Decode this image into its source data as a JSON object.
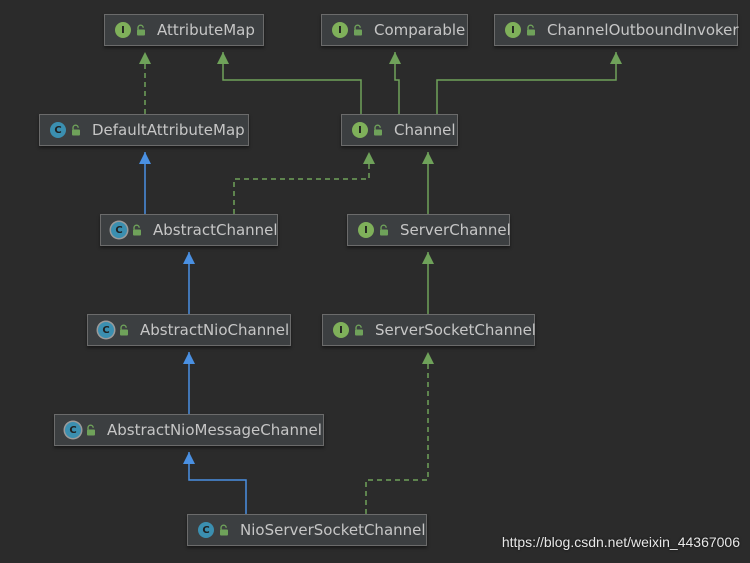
{
  "colors": {
    "background": "#2b2b2b",
    "node_fill": "#3c3f41",
    "implements_edge": "#6fa25a",
    "extends_class_edge": "#4a90e2"
  },
  "nodes": {
    "attributemap": {
      "label": "AttributeMap",
      "kind": "interface"
    },
    "comparable": {
      "label": "Comparable",
      "kind": "interface"
    },
    "outboundinvoker": {
      "label": "ChannelOutboundInvoker",
      "kind": "interface"
    },
    "defaultattrmap": {
      "label": "DefaultAttributeMap",
      "kind": "class"
    },
    "channel": {
      "label": "Channel",
      "kind": "interface"
    },
    "abstractchannel": {
      "label": "AbstractChannel",
      "kind": "abstract-class"
    },
    "serverchannel": {
      "label": "ServerChannel",
      "kind": "interface"
    },
    "abstractnio": {
      "label": "AbstractNioChannel",
      "kind": "abstract-class"
    },
    "serversocket": {
      "label": "ServerSocketChannel",
      "kind": "interface"
    },
    "abstractniomsg": {
      "label": "AbstractNioMessageChannel",
      "kind": "abstract-class"
    },
    "nioserversocket": {
      "label": "NioServerSocketChannel",
      "kind": "class"
    }
  },
  "edges": [
    {
      "from": "defaultattrmap",
      "to": "attributemap",
      "type": "implements"
    },
    {
      "from": "channel",
      "to": "attributemap",
      "type": "extends-interface"
    },
    {
      "from": "channel",
      "to": "comparable",
      "type": "extends-interface"
    },
    {
      "from": "channel",
      "to": "outboundinvoker",
      "type": "extends-interface"
    },
    {
      "from": "abstractchannel",
      "to": "defaultattrmap",
      "type": "extends-class"
    },
    {
      "from": "abstractchannel",
      "to": "channel",
      "type": "implements"
    },
    {
      "from": "serverchannel",
      "to": "channel",
      "type": "extends-interface"
    },
    {
      "from": "abstractnio",
      "to": "abstractchannel",
      "type": "extends-class"
    },
    {
      "from": "serversocket",
      "to": "serverchannel",
      "type": "extends-interface"
    },
    {
      "from": "abstractniomsg",
      "to": "abstractnio",
      "type": "extends-class"
    },
    {
      "from": "nioserversocket",
      "to": "abstractniomsg",
      "type": "extends-class"
    },
    {
      "from": "nioserversocket",
      "to": "serversocket",
      "type": "implements"
    }
  ],
  "watermark": "https://blog.csdn.net/weixin_44367006"
}
